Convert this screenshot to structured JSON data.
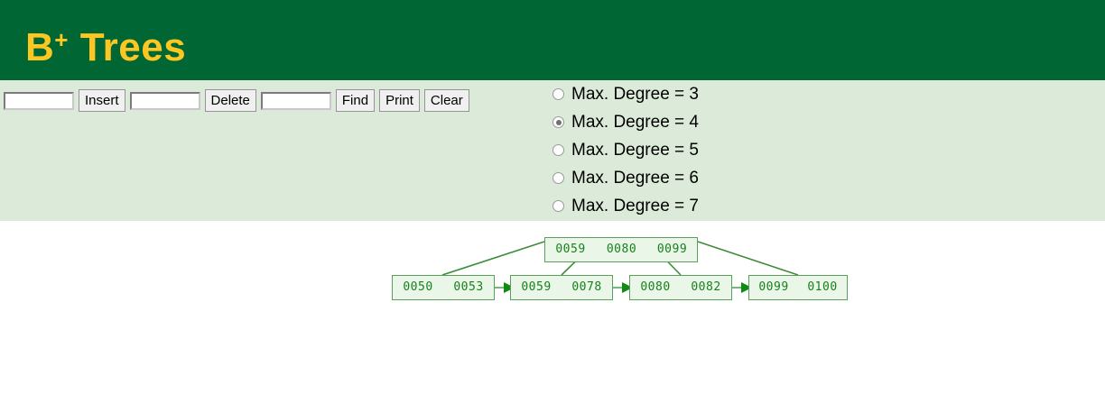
{
  "header": {
    "title_main": "B",
    "title_sup": "+",
    "title_rest": " Trees",
    "bg_color": "#006633",
    "text_color": "#fcc723"
  },
  "control_panel": {
    "bg_color": "#dcebd9",
    "inputs": [
      {
        "name": "insert-value-input",
        "value": "",
        "placeholder": ""
      },
      {
        "name": "delete-value-input",
        "value": "",
        "placeholder": ""
      },
      {
        "name": "find-value-input",
        "value": "",
        "placeholder": ""
      }
    ],
    "buttons": [
      {
        "name": "insert-button",
        "label": "Insert"
      },
      {
        "name": "delete-button",
        "label": "Delete"
      },
      {
        "name": "find-button",
        "label": "Find"
      },
      {
        "name": "print-button",
        "label": "Print"
      },
      {
        "name": "clear-button",
        "label": "Clear"
      }
    ],
    "degree_options": [
      {
        "label": "Max. Degree = 3",
        "value": "3",
        "checked": false
      },
      {
        "label": "Max. Degree = 4",
        "value": "4",
        "checked": true
      },
      {
        "label": "Max. Degree = 5",
        "value": "5",
        "checked": false
      },
      {
        "label": "Max. Degree = 6",
        "value": "6",
        "checked": false
      },
      {
        "label": "Max. Degree = 7",
        "value": "7",
        "checked": false
      }
    ]
  },
  "tree": {
    "node_fill": "#eaf6e7",
    "node_border": "#5aa05a",
    "node_text": "#17801d",
    "edge_color": "#3c8c3c",
    "root": {
      "keys": [
        "0059",
        "0080",
        "0099"
      ]
    },
    "leaves": [
      {
        "keys": [
          "0050",
          "0053"
        ]
      },
      {
        "keys": [
          "0059",
          "0078"
        ]
      },
      {
        "keys": [
          "0080",
          "0082"
        ]
      },
      {
        "keys": [
          "0099",
          "0100"
        ]
      }
    ]
  }
}
